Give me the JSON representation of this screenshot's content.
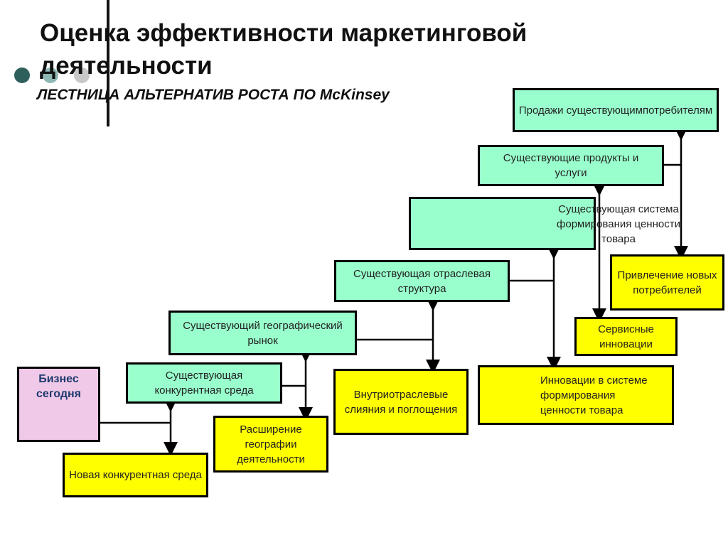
{
  "title_line1": "Оценка эффективности маркетинговой",
  "title_line2": "деятельности",
  "subtitle": "ЛЕСТНИЦА АЛЬТЕРНАТИВ РОСТА ПО McKinsey",
  "boxes": {
    "business_today": "Бизнес сегодня",
    "existing_competitive": "Существующая конкурентная среда",
    "existing_geo": "Существующий географический рынок",
    "existing_industry": "Существующая отраслевая структура",
    "existing_value_system": "Существующая система формирования ценности товара",
    "existing_products": "Существующие продукты и услуги",
    "sales_existing": "Продажи существующимпотребителям",
    "new_competitive": "Новая конкурентная среда",
    "geo_expansion": "Расширение географии деятельности",
    "mergers": "Внутриотраслевые слияния и поглощения",
    "value_innovations": "Инновации в системе формирования ценности товара",
    "service_innovations": "Сервисные инновации",
    "new_customers": "Привлечение новых потребителей"
  },
  "colors": {
    "green": "#99ffcc",
    "yellow": "#ffff00",
    "pink": "#f0c8e8",
    "bullet_dark": "#2f5f5a",
    "bullet_light": "#c8c8c8"
  }
}
